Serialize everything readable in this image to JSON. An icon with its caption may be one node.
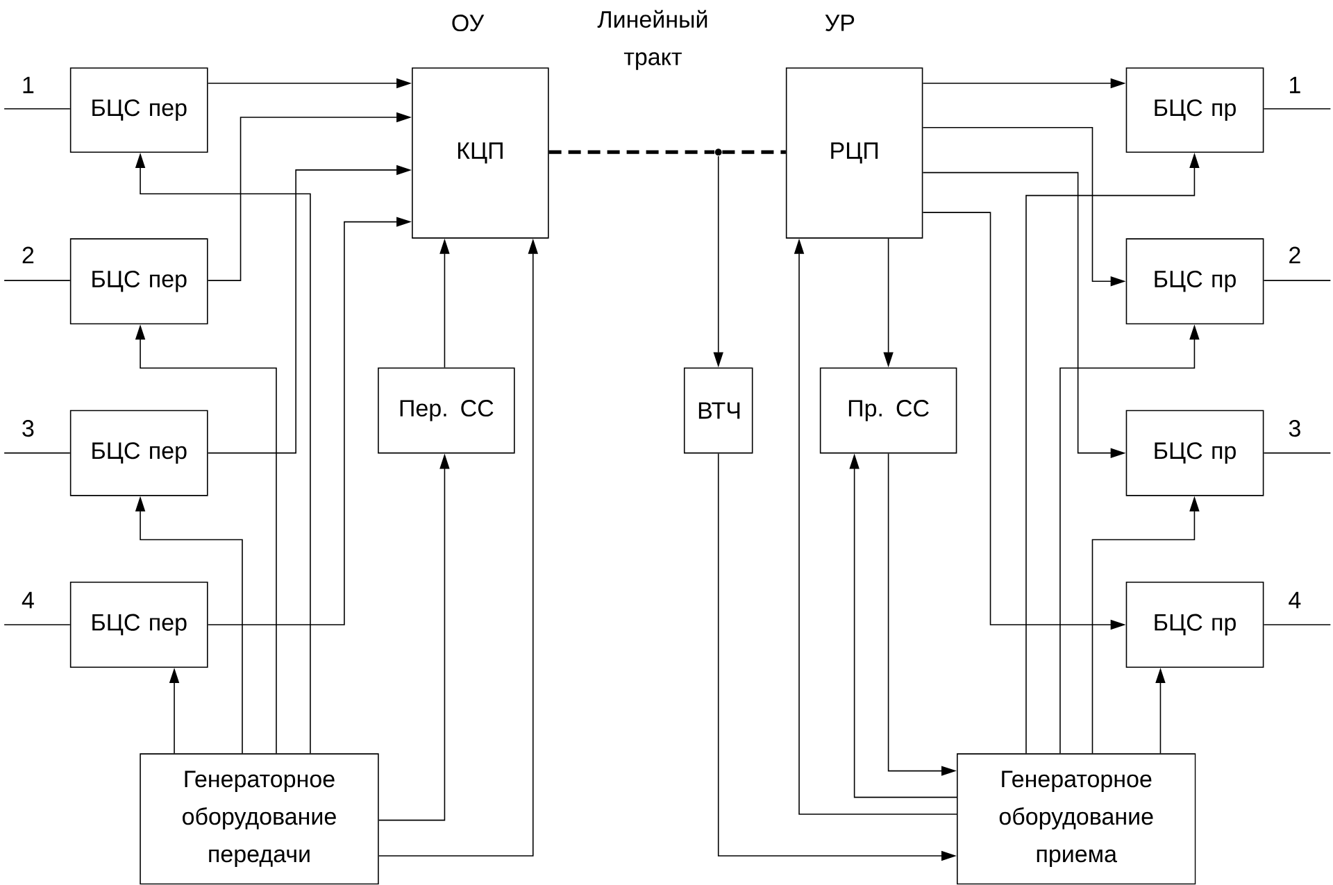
{
  "diagram": {
    "nodes": [
      {
        "text": [
          "БЦС пер"
        ]
      },
      {
        "text": [
          "БЦС пер"
        ]
      },
      {
        "text": [
          "БЦС пер"
        ]
      },
      {
        "text": [
          "БЦС пер"
        ]
      },
      {
        "text": [
          "КЦП"
        ]
      },
      {
        "text": [
          "Пер. СС"
        ]
      },
      {
        "text": [
          "Генераторное оборудование передачи"
        ]
      },
      {
        "text": [],
        "shape": "circle"
      },
      {
        "text": [
          "ВТЧ"
        ]
      },
      {
        "text": [
          "РЦП"
        ]
      },
      {
        "text": [
          "Пр. СС"
        ]
      },
      {
        "text": [
          "Генераторное оборудование приема"
        ]
      },
      {
        "text": [
          "БЦС пр"
        ]
      },
      {
        "text": [
          "БЦС пр"
        ]
      },
      {
        "text": [
          "БЦС пр"
        ]
      },
      {
        "text": [
          "БЦС пр"
        ]
      }
    ],
    "edges": [
      {
        "from": null,
        "to": 0,
        "arrow": "none",
        "label": "1"
      },
      {
        "from": null,
        "to": 1,
        "arrow": "none",
        "label": "2"
      },
      {
        "from": null,
        "to": 2,
        "arrow": "none",
        "label": "3"
      },
      {
        "from": null,
        "to": 3,
        "arrow": "none",
        "label": "4"
      },
      {
        "from": 0,
        "to": 4,
        "arrow": "to"
      },
      {
        "from": 1,
        "to": 4,
        "arrow": "to"
      },
      {
        "from": 2,
        "to": 4,
        "arrow": "to"
      },
      {
        "from": 3,
        "to": 4,
        "arrow": "to"
      },
      {
        "from": 6,
        "to": 0,
        "arrow": "to"
      },
      {
        "from": 6,
        "to": 1,
        "arrow": "to"
      },
      {
        "from": 6,
        "to": 2,
        "arrow": "to"
      },
      {
        "from": 6,
        "to": 3,
        "arrow": "to"
      },
      {
        "from": 6,
        "to": 5,
        "arrow": "to"
      },
      {
        "from": 6,
        "to": 4,
        "arrow": "to"
      },
      {
        "from": 5,
        "to": 4,
        "arrow": "to"
      },
      {
        "from": 4,
        "to": 7,
        "arrow": "none",
        "style": "dashed"
      },
      {
        "from": 7,
        "to": 9,
        "arrow": "none",
        "style": "dashed"
      },
      {
        "from": 7,
        "to": 8,
        "arrow": "to"
      },
      {
        "from": 8,
        "to": 11,
        "arrow": "to"
      },
      {
        "from": 9,
        "to": 10,
        "arrow": "to"
      },
      {
        "from": 10,
        "to": 11,
        "arrow": "to"
      },
      {
        "from": 11,
        "to": 10,
        "arrow": "to"
      },
      {
        "from": 11,
        "to": 9,
        "arrow": "to"
      },
      {
        "from": 9,
        "to": 12,
        "arrow": "to"
      },
      {
        "from": 9,
        "to": 13,
        "arrow": "to"
      },
      {
        "from": 9,
        "to": 14,
        "arrow": "to"
      },
      {
        "from": 9,
        "to": 15,
        "arrow": "to"
      },
      {
        "from": 11,
        "to": 12,
        "arrow": "to"
      },
      {
        "from": 11,
        "to": 13,
        "arrow": "to"
      },
      {
        "from": 11,
        "to": 14,
        "arrow": "to"
      },
      {
        "from": 11,
        "to": 15,
        "arrow": "to"
      },
      {
        "from": 12,
        "to": null,
        "arrow": "none",
        "label": "1"
      },
      {
        "from": 13,
        "to": null,
        "arrow": "none",
        "label": "2"
      },
      {
        "from": 14,
        "to": null,
        "arrow": "none",
        "label": "3"
      },
      {
        "from": 15,
        "to": null,
        "arrow": "none",
        "label": "4"
      }
    ],
    "labels": [
      "ОУ",
      "Линейный тракт",
      "УР"
    ]
  }
}
